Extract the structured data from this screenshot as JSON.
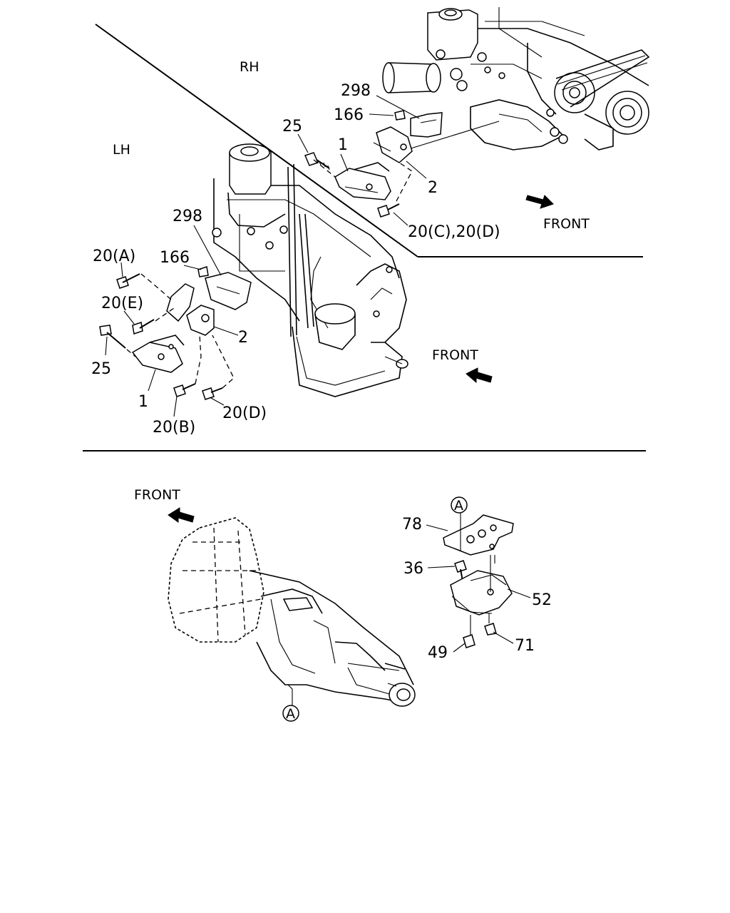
{
  "sections": {
    "rh": "RH",
    "lh": "LH"
  },
  "front_labels": {
    "upper_right": "FRONT",
    "middle": "FRONT",
    "lower_left": "FRONT"
  },
  "callouts_rh": {
    "c298": "298",
    "c166": "166",
    "c25": "25",
    "c1": "1",
    "c2": "2",
    "c20cd": "20(C),20(D)"
  },
  "callouts_lh": {
    "c298": "298",
    "c20a": "20(A)",
    "c166": "166",
    "c20e": "20(E)",
    "c2": "2",
    "c25": "25",
    "c1": "1",
    "c20b": "20(B)",
    "c20d": "20(D)"
  },
  "callouts_trans": {
    "c78": "78",
    "c36": "36",
    "c52": "52",
    "c49": "49",
    "c71": "71",
    "ref_a_top": "A",
    "ref_a_bottom": "A"
  }
}
